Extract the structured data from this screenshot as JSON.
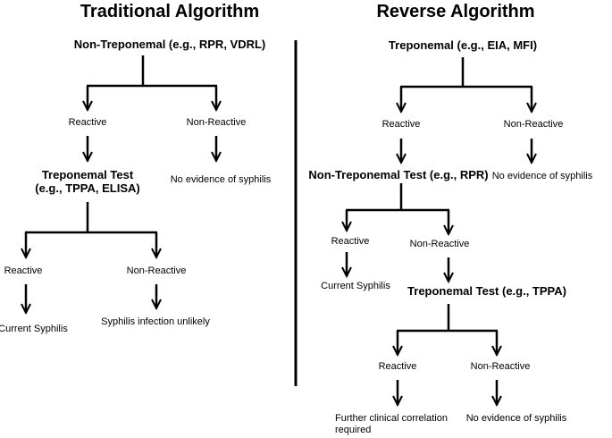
{
  "traditional": {
    "title": "Traditional Algorithm",
    "start": "Non-Treponemal (e.g., RPR, VDRL)",
    "reactive": "Reactive",
    "non_reactive": "Non-Reactive",
    "no_evidence": "No evidence of syphilis",
    "treponemal_test_line1": "Treponemal Test",
    "treponemal_test_line2": "(e.g., TPPA, ELISA)",
    "reactive2": "Reactive",
    "non_reactive2": "Non-Reactive",
    "current_syphilis": "Current Syphilis",
    "unlikely": "Syphilis infection unlikely"
  },
  "reverse": {
    "title": "Reverse Algorithm",
    "start": "Treponemal (e.g., EIA, MFI)",
    "reactive": "Reactive",
    "non_reactive": "Non-Reactive",
    "no_evidence": "No evidence of syphilis",
    "non_treponemal_test": "Non-Treponemal Test (e.g., RPR)",
    "reactive2": "Reactive",
    "non_reactive2": "Non-Reactive",
    "current_syphilis": "Current Syphilis",
    "treponemal_test": "Treponemal Test (e.g., TPPA)",
    "reactive3": "Reactive",
    "non_reactive3": "Non-Reactive",
    "further_line1": "Further clinical correlation",
    "further_line2": "required",
    "no_evidence2": "No evidence of syphilis"
  }
}
